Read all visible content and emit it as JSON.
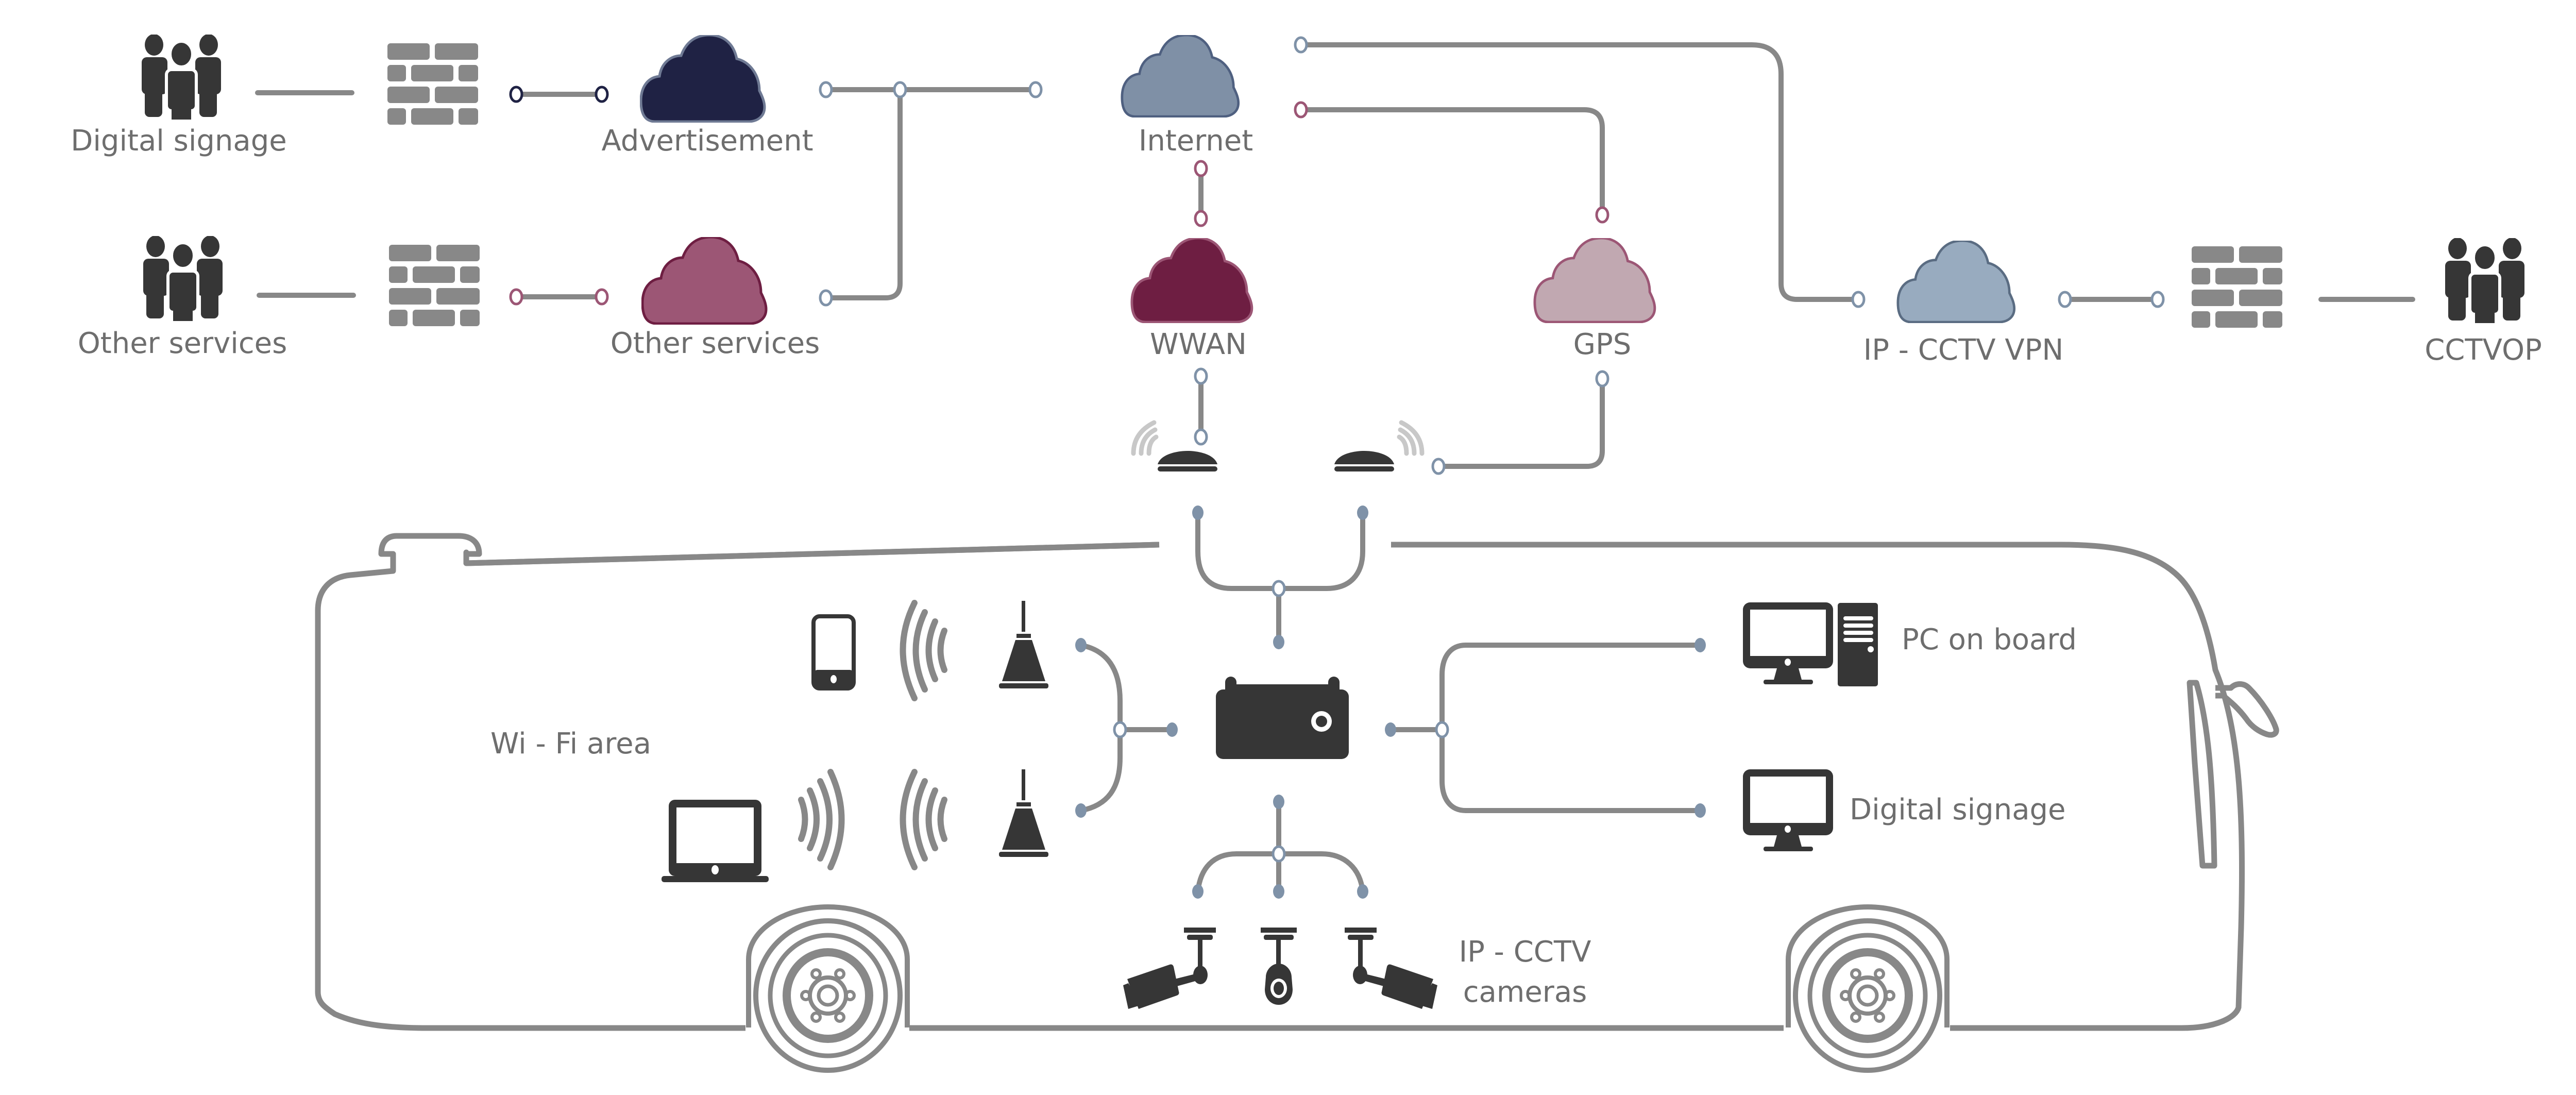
{
  "diagram": {
    "title": "On-board bus network topology",
    "colors": {
      "line": "#888888",
      "text": "#6e6e6e",
      "icon_dark": "#363636",
      "firewall": "#888888",
      "dot_blue": "#7f92a8",
      "ring_dark_navy": "#1f2244",
      "ring_plum": "#9c5675",
      "cloud_advertisement": "#1f2244",
      "cloud_other_services": "#9c5675",
      "cloud_internet": "#7f90a6",
      "cloud_wwan": "#6e1e42",
      "cloud_gps": "#c1a8b1",
      "cloud_ipcctv_vpn": "#98abbf"
    },
    "external": {
      "users_digital_signage": "Digital signage",
      "users_other_services": "Other services",
      "cloud_advertisement": "Advertisement",
      "cloud_other_services": "Other services",
      "cloud_internet": "Internet",
      "cloud_wwan": "WWAN",
      "cloud_gps": "GPS",
      "cloud_ipcctv_vpn": "IP - CCTV VPN",
      "users_cctvop": "CCTVOP"
    },
    "onboard": {
      "wifi_area": "Wi - Fi area",
      "pc_on_board": "PC on board",
      "digital_signage": "Digital signage",
      "ip_cctv_line1": "IP - CCTV",
      "ip_cctv_line2": "cameras"
    },
    "icons": [
      "people-group-icon",
      "firewall-icon",
      "cloud-icon",
      "antenna-dome-icon",
      "router-icon",
      "smartphone-icon",
      "laptop-icon",
      "wifi-access-point-icon",
      "wifi-waves-icon",
      "desktop-pc-icon",
      "monitor-icon",
      "cctv-camera-icon",
      "wheel-icon"
    ]
  }
}
